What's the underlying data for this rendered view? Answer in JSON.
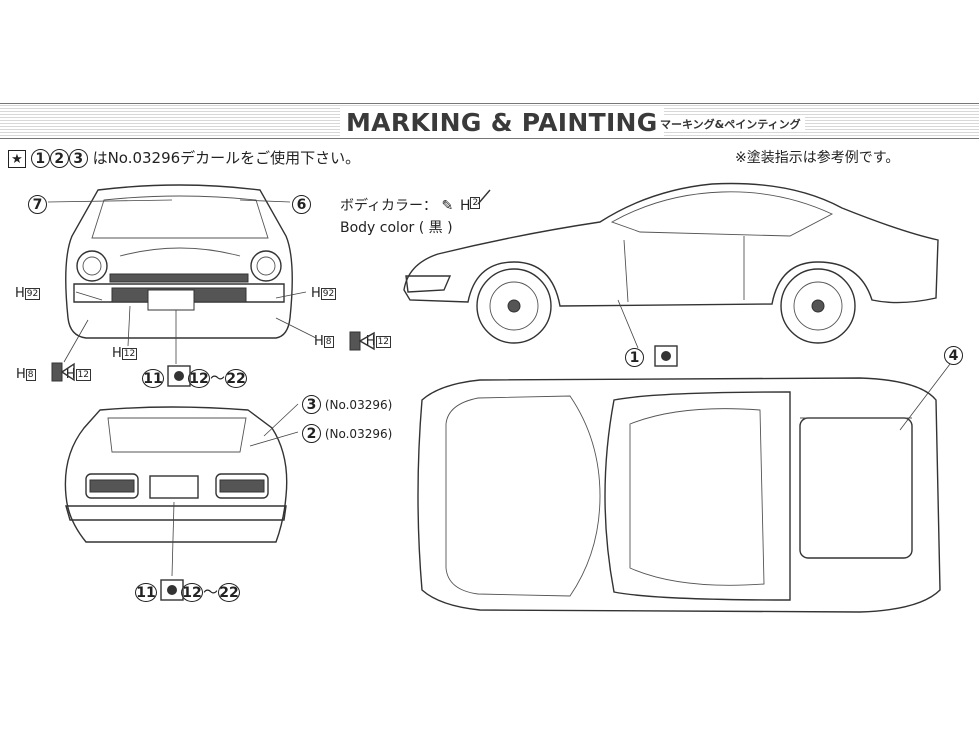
{
  "header": {
    "title": "MARKING & PAINTING",
    "title_jp": "マーキング&ペインティング"
  },
  "intro": {
    "star": "★",
    "n1": "1",
    "n2": "2",
    "n3": "3",
    "text": "はNo.03296デカールをご使用下さい。"
  },
  "note": "※塗装指示は参考例です。",
  "body_color": {
    "jp": "ボディカラー：",
    "paint_prefix": "H",
    "paint_num": "2",
    "en": "Body color",
    "en_value": "( 黒 )"
  },
  "front_view": {
    "label7": "7",
    "label6": "6",
    "h92_left_prefix": "H",
    "h92_left_num": "92",
    "h92_right_prefix": "H",
    "h92_right_num": "92",
    "h12_prefix": "H",
    "h12_num": "12",
    "h8_left_prefix": "H",
    "h8_left_num": "8",
    "h12_left_prefix": "H",
    "h12_left_num": "12",
    "h8_right_prefix": "H",
    "h8_right_num": "8",
    "h12_right_prefix": "H",
    "h12_right_num": "12",
    "plate_from": "11",
    "plate_to_a": "12",
    "plate_to_b": "22",
    "tilde": "〜"
  },
  "rear_view": {
    "label3": "3",
    "label3_ref": "(No.03296)",
    "label2": "2",
    "label2_ref": "(No.03296)",
    "plate_from": "11",
    "plate_to_a": "12",
    "plate_to_b": "22",
    "tilde": "〜"
  },
  "side_view": {
    "label1": "1"
  },
  "top_view": {
    "label4": "4"
  }
}
